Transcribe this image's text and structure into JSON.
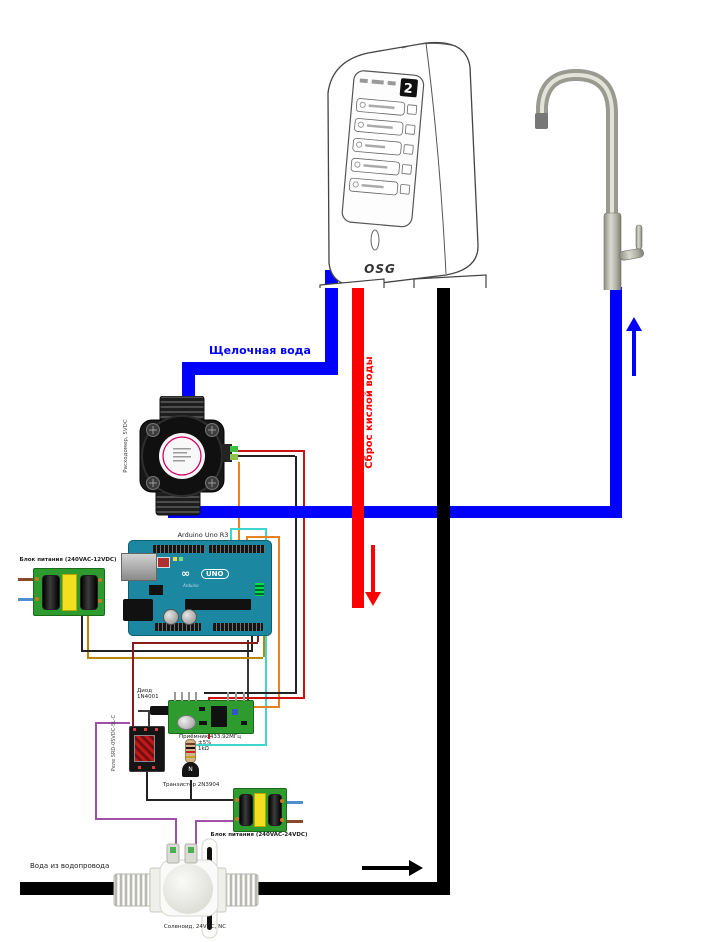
{
  "labels": {
    "alkaline_water": "Щелочная вода",
    "acid_water": "Сброс кислой воды",
    "tap_water": "Вода из водопровода",
    "flow_sensor": "Расходомер, 5VDC",
    "arduino": "Arduino Uno R3",
    "psu_12v": "Блок питания (240VAC-12VDC)",
    "diode_name": "Диод",
    "diode_part": "1N4001",
    "receiver": "Приёмник 433.92МГц",
    "resistor_tolerance": "±5%",
    "resistor_value": "1kΩ",
    "transistor": "Транзистор 2N3904",
    "transistor_marking": "N",
    "relay": "Реле SRD-05VDC-SL-C",
    "psu_24v": "Блок питания (240VAC-24VDC)",
    "solenoid": "Соленоид, 24VDC, NC"
  },
  "ionizer": {
    "logo": "OSG",
    "display_value": "2"
  },
  "arduino_board": {
    "logo": "UNO",
    "infinity": "∞",
    "brand": "Arduino"
  },
  "colors": {
    "pipe_blue": "#0000ff",
    "pipe_red": "#ff0000",
    "pipe_black": "#000000",
    "alkaline_label": "#0000ff",
    "acid_label": "#ff0000",
    "wire_orange": "#e8821e",
    "wire_cyan": "#3fd6cf",
    "wire_purple": "#a050a8",
    "wire_gold": "#b8860b",
    "wire_dark_red": "#8b1a1a",
    "wire_red": "#cc1111",
    "wire_blue": "#4f8fd0",
    "wire_brown": "#8b4a2b",
    "pcb_green": "#2e9b2e",
    "arduino_teal": "#1b87a0",
    "relay_coil_red": "#c01818",
    "sensor_ring_pink": "#d4006a"
  }
}
